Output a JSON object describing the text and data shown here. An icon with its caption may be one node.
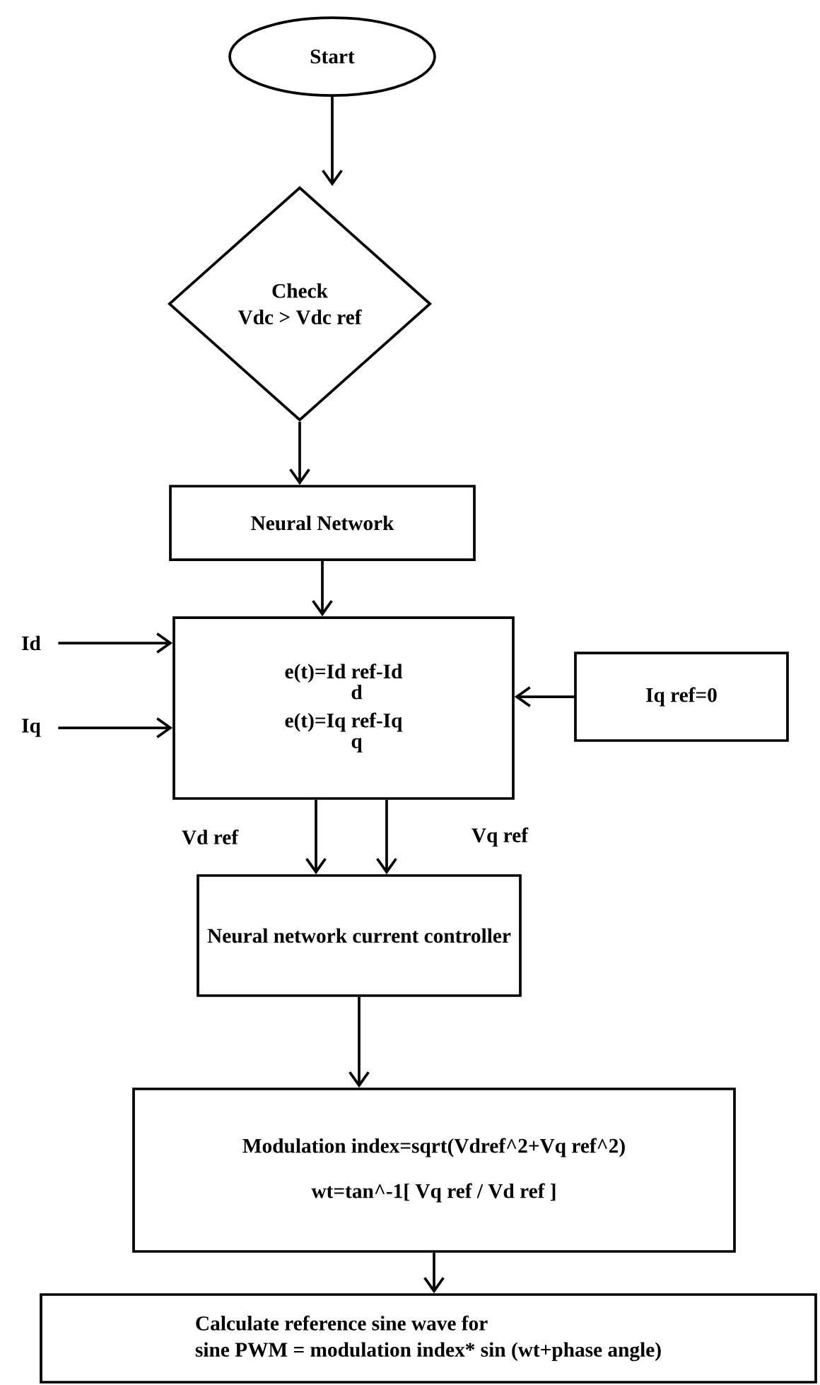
{
  "diagram": {
    "nodes": [
      {
        "text": [
          "Start"
        ]
      },
      {
        "text": [
          "Check",
          "Vdc > Vdc ref"
        ]
      },
      {
        "text": [
          "Neural Network"
        ]
      },
      {
        "text": [
          "Id"
        ]
      },
      {
        "text": [
          "Iq"
        ]
      },
      {
        "text": [
          "e(t)=Id ref-Id",
          "d",
          "e(t)=Iq ref-Iq",
          "q"
        ]
      },
      {
        "text": [
          "Iq ref=0"
        ]
      },
      {
        "text": [
          "Neural network current controller"
        ]
      },
      {
        "text": [
          "Modulation index=sqrt(Vdref^2+Vq ref^2)",
          "wt=tan^-1[ Vq ref / Vd ref ]"
        ]
      },
      {
        "text": [
          "Calculate reference sine wave for",
          "sine PWM = modulation index* sin (wt+phase angle)"
        ]
      }
    ],
    "edges": [
      {
        "from": 0,
        "to": 1,
        "arrow": "to"
      },
      {
        "from": 1,
        "to": 2,
        "arrow": "to"
      },
      {
        "from": 2,
        "to": 5,
        "arrow": "to"
      },
      {
        "from": 3,
        "to": 5,
        "arrow": "to"
      },
      {
        "from": 4,
        "to": 5,
        "arrow": "to"
      },
      {
        "from": 6,
        "to": 5,
        "arrow": "to"
      },
      {
        "from": 5,
        "to": 7,
        "arrow": "to",
        "label": "Vd ref"
      },
      {
        "from": 5,
        "to": 7,
        "arrow": "to",
        "label": "Vq ref"
      },
      {
        "from": 7,
        "to": 8,
        "arrow": "to"
      },
      {
        "from": 8,
        "to": 9,
        "arrow": "to"
      }
    ]
  }
}
